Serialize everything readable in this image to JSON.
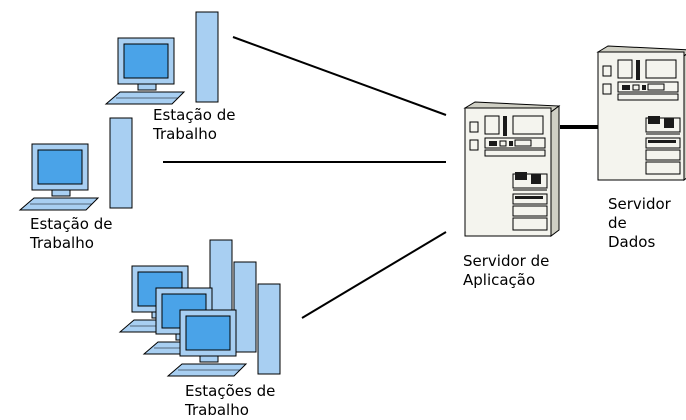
{
  "colors": {
    "monitor_fill": "#a8cff2",
    "screen_fill": "#4aa3e8",
    "outline": "#000000",
    "server_body": "#f4f4ee",
    "server_shadow": "#cfcfc4",
    "server_dark": "#1a1a1a",
    "line": "#000000"
  },
  "icons": {
    "workstation": "desktop-computer-icon",
    "server": "server-tower-icon"
  },
  "nodes": {
    "station_top": {
      "line1": "Estação de",
      "line2": "Trabalho"
    },
    "station_mid": {
      "line1": "Estação de",
      "line2": "Trabalho"
    },
    "station_group": {
      "line1": "Estações de",
      "line2": "Trabalho"
    },
    "app_server": {
      "line1": "Servidor de",
      "line2": "Aplicação"
    },
    "data_server": {
      "line1": "Servidor",
      "line2": "de",
      "line3": "Dados"
    }
  }
}
